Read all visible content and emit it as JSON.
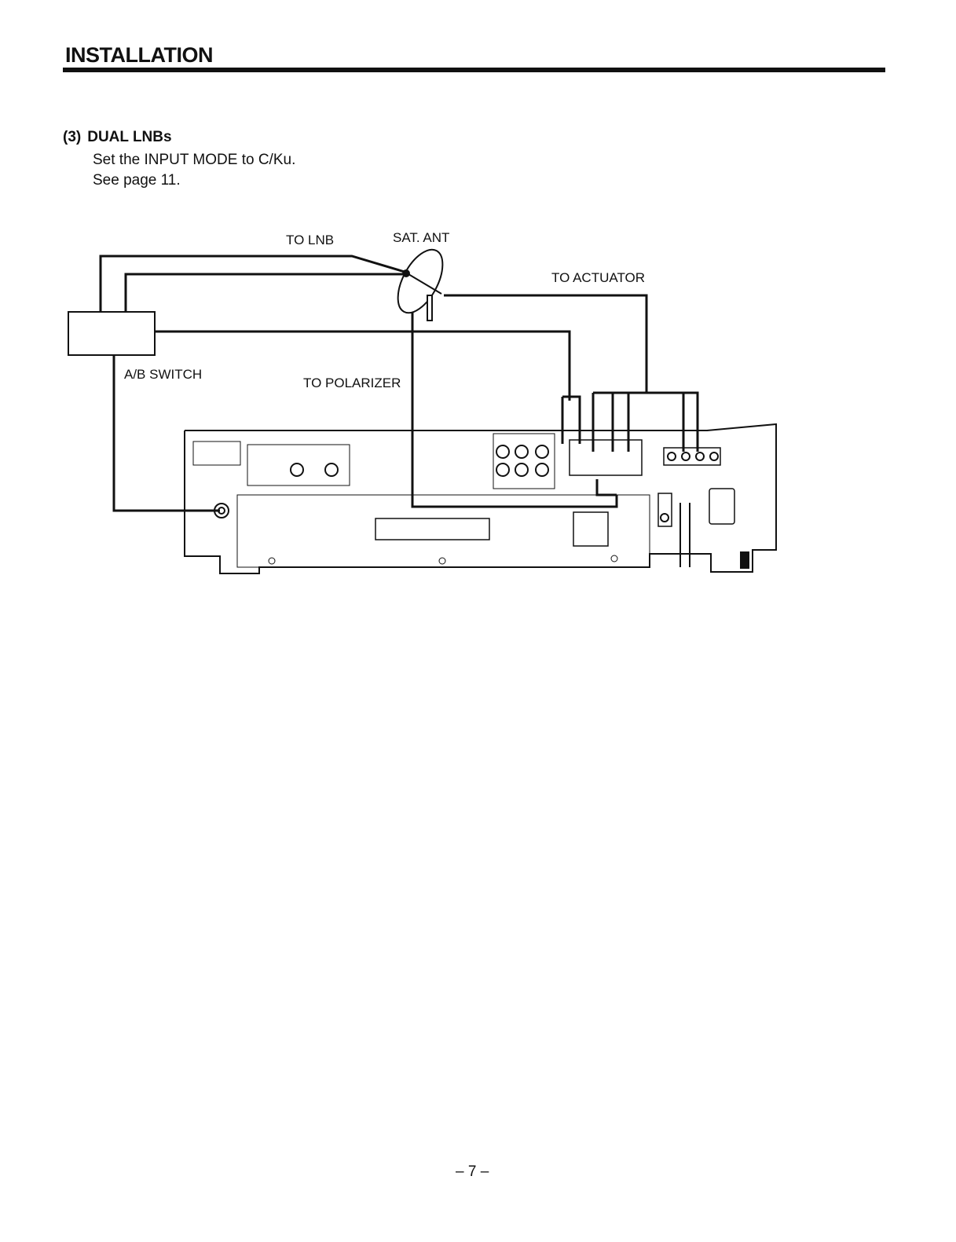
{
  "header": {
    "title": "INSTALLATION"
  },
  "section": {
    "number": "(3)",
    "heading": "DUAL LNBs",
    "lines": [
      "Set the INPUT MODE to C/Ku.",
      "See page 11."
    ]
  },
  "diagram_labels": {
    "to_lnb": "TO LNB",
    "sat_ant": "SAT. ANT",
    "to_actuator": "TO ACTUATOR",
    "ab_switch": "A/B SWITCH",
    "to_polarizer": "TO POLARIZER"
  },
  "footer": {
    "page_number": "– 7 –"
  }
}
